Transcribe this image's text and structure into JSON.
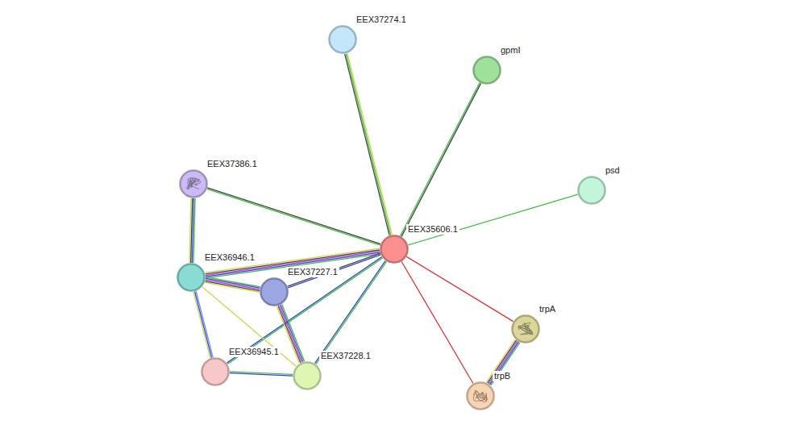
{
  "diagram": {
    "nodes": [
      {
        "text": [
          "EEX37274.1"
        ]
      },
      {
        "text": [
          "gpmI"
        ]
      },
      {
        "text": [
          "EEX37386.1"
        ]
      },
      {
        "text": [
          "psd"
        ]
      },
      {
        "text": [
          "EEX35606.1"
        ]
      },
      {
        "text": [
          "EEX36946.1"
        ]
      },
      {
        "text": [
          "EEX37227.1"
        ]
      },
      {
        "text": [
          "trpA"
        ]
      },
      {
        "text": [
          "EEX36945.1"
        ]
      },
      {
        "text": [
          "EEX37228.1"
        ]
      },
      {
        "text": [
          "trpB"
        ]
      }
    ],
    "edges": [
      {
        "from": 4,
        "to": 0,
        "arrow": "none"
      },
      {
        "from": 4,
        "to": 1,
        "arrow": "none"
      },
      {
        "from": 4,
        "to": 3,
        "arrow": "none"
      },
      {
        "from": 4,
        "to": 2,
        "arrow": "none"
      },
      {
        "from": 4,
        "to": 5,
        "arrow": "none"
      },
      {
        "from": 4,
        "to": 6,
        "arrow": "none"
      },
      {
        "from": 4,
        "to": 8,
        "arrow": "none"
      },
      {
        "from": 4,
        "to": 9,
        "arrow": "none"
      },
      {
        "from": 4,
        "to": 7,
        "arrow": "none"
      },
      {
        "from": 4,
        "to": 10,
        "arrow": "none"
      },
      {
        "from": 7,
        "to": 10,
        "arrow": "none"
      },
      {
        "from": 2,
        "to": 5,
        "arrow": "none"
      },
      {
        "from": 5,
        "to": 6,
        "arrow": "none"
      },
      {
        "from": 5,
        "to": 8,
        "arrow": "none"
      },
      {
        "from": 5,
        "to": 9,
        "arrow": "none"
      },
      {
        "from": 6,
        "to": 9,
        "arrow": "none"
      },
      {
        "from": 8,
        "to": 9,
        "arrow": "none"
      }
    ]
  }
}
